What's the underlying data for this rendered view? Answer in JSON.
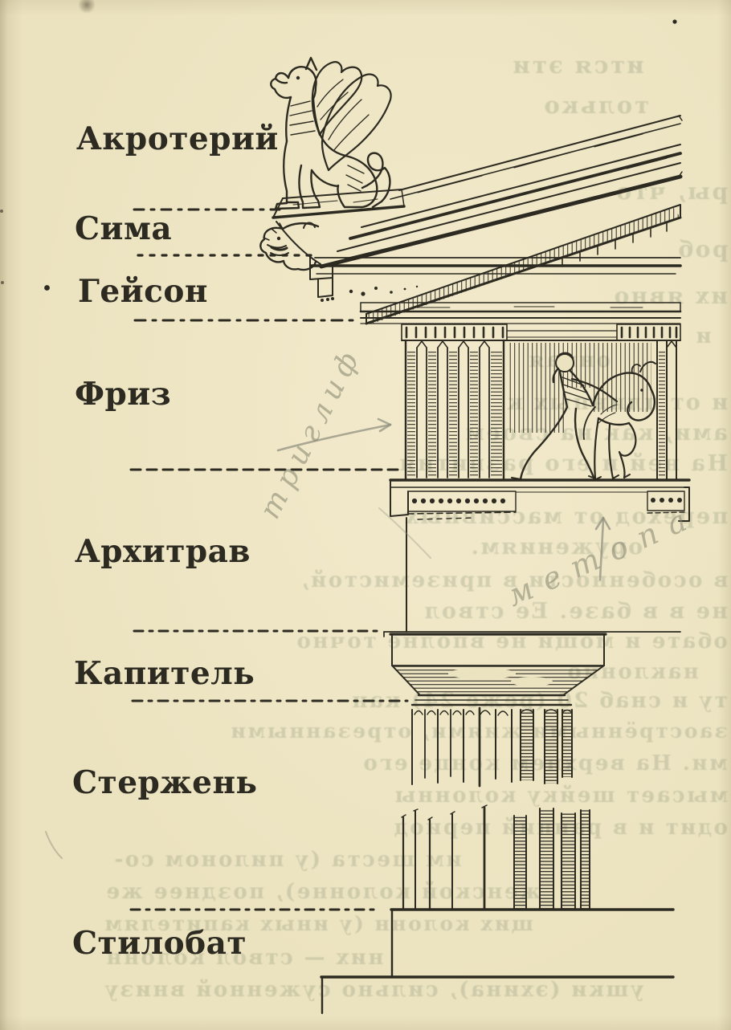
{
  "palette": {
    "paper_color": "#ebe2bf",
    "ink_color": "#2c2a21",
    "pencil_color": "#84846f",
    "bleedthrough_color": "#8e9779"
  },
  "diagram": {
    "subject": "Greek Doric order entablature and column, labeled engraving",
    "labels": [
      {
        "text": "Акротерий"
      },
      {
        "text": "Сима"
      },
      {
        "text": "Гейсон"
      },
      {
        "text": "Фриз"
      },
      {
        "text": "Архитрав"
      },
      {
        "text": "Капитель"
      },
      {
        "text": "Стержень"
      },
      {
        "text": "Стилобат"
      }
    ],
    "pencil_annotations": [
      {
        "text": "триглиф"
      },
      {
        "text": "метопа"
      }
    ]
  },
  "bleedthrough": {
    "lines": [
      {
        "text": "ится эти"
      },
      {
        "text": "только"
      },
      {
        "text": "ры, что"
      },
      {
        "text": "роб"
      },
      {
        "text": "их явно"
      },
      {
        "text": "и"
      },
      {
        "text": "онная"
      },
      {
        "text": "и от длинных к"
      },
      {
        "text": "ами, как на своем"
      },
      {
        "text": "На ней и его развития"
      },
      {
        "text": "переход от  массивных"
      },
      {
        "text": "оружениям."
      },
      {
        "text": "в особенности в  приземистой,"
      },
      {
        "text": "не в  в базе. Ее ствол"
      },
      {
        "text": "обате и мощи не вполне точно"
      },
      {
        "text": "наклонно"
      },
      {
        "text": "ту и снаб  20 (реже 24) кан"
      },
      {
        "text": "заострёнными  жиями, отрезанными"
      },
      {
        "text": "ми. На верхнем конце его"
      },
      {
        "text": "мысает  шейку колонны"
      },
      {
        "text": "одит и  в ранний период"
      },
      {
        "text": "им  шеста  (у пилоном со-"
      },
      {
        "text": "женской колонне), позднее же"
      },
      {
        "text": "щих  колонн  (у иных капителям"
      },
      {
        "text": "них — ствол  колонн"
      },
      {
        "text": "ушки (эхина), сильно суженной внизу"
      }
    ]
  }
}
